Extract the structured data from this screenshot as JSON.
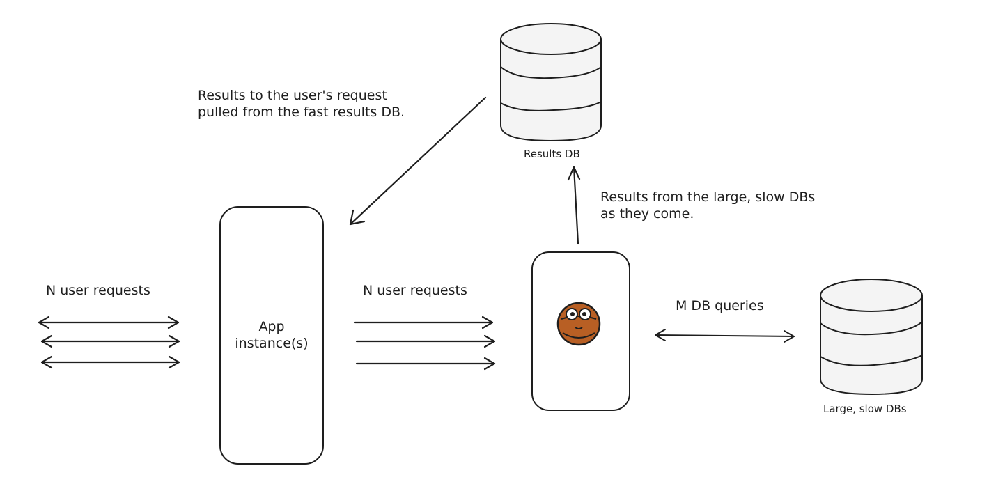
{
  "diagram": {
    "notes": {
      "results_to_user": {
        "line1": "Results to the user's request",
        "line2": "pulled from the fast results DB."
      },
      "results_from_slow": {
        "line1": "Results from the large, slow DBs",
        "line2": "as they come."
      }
    },
    "edge_labels": {
      "left_requests": "N user requests",
      "middle_requests": "N user requests",
      "db_queries": "M DB queries"
    },
    "nodes": {
      "app": {
        "line1": "App",
        "line2": "instance(s)"
      },
      "results_db": "Results DB",
      "slow_dbs": "Large, slow DBs",
      "worker_icon": "gopher-mascot-icon"
    },
    "colors": {
      "stroke": "#1e1e1e",
      "db_fill": "#f4f4f4",
      "mascot_body": "#b85f24",
      "mascot_outline": "#1e1e1e"
    }
  }
}
